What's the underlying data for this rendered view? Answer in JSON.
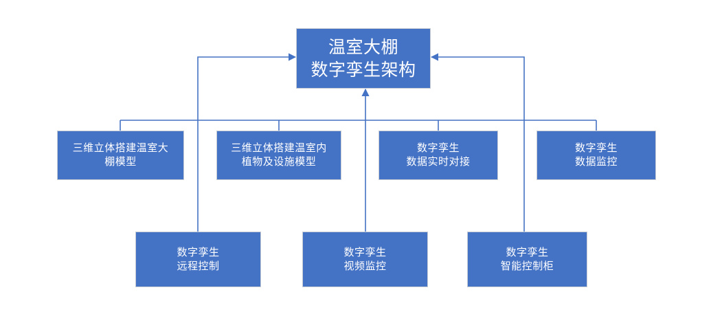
{
  "diagram": {
    "title": "温室大棚\n数字孪生架构",
    "theme": {
      "node_fill": "#4472C4",
      "node_border": "#c8cdd4",
      "node_text": "#FFFFFF",
      "connector": "#4472C4",
      "background": "#FFFFFF"
    },
    "root": {
      "id": "root",
      "label": "温室大棚\n数字孪生架构"
    },
    "middle_row": [
      {
        "id": "mid-1",
        "label": "三维立体搭建温室大\n棚模型"
      },
      {
        "id": "mid-2",
        "label": "三维立体搭建温室内\n植物及设施模型"
      },
      {
        "id": "mid-3",
        "label": "数字孪生\n数据实时对接"
      },
      {
        "id": "mid-4",
        "label": "数字孪生\n数据监控"
      }
    ],
    "bottom_row": [
      {
        "id": "leaf-1",
        "label": "数字孪生\n远程控制"
      },
      {
        "id": "leaf-2",
        "label": "数字孪生\n视频监控"
      },
      {
        "id": "leaf-3",
        "label": "数字孪生\n智能控制柜"
      }
    ]
  }
}
